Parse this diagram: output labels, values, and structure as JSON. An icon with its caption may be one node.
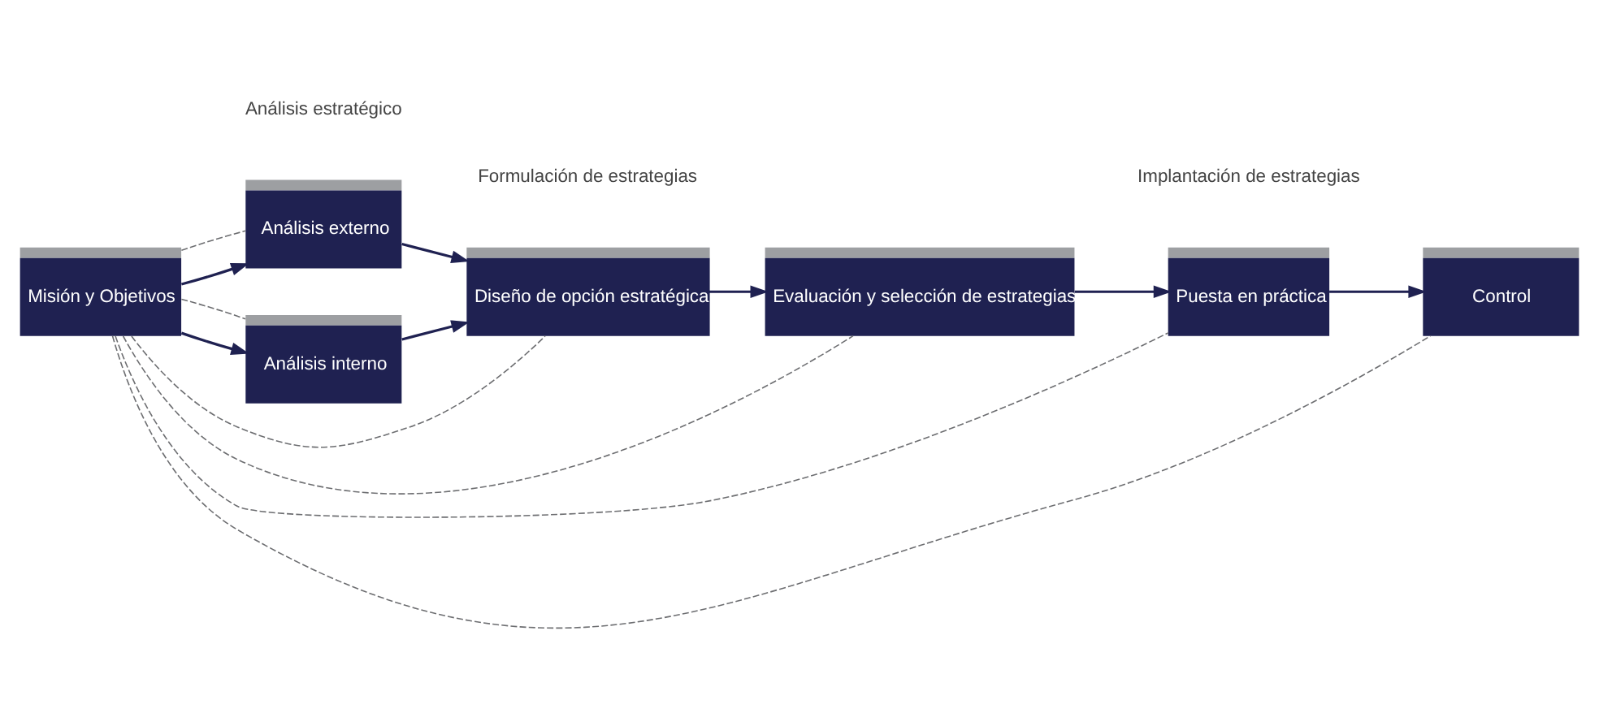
{
  "diagram": {
    "nodes": [
      {
        "text": [
          "Misión y Objetivos"
        ]
      },
      {
        "text": [
          "Análisis externo"
        ]
      },
      {
        "text": [
          "Análisis interno"
        ]
      },
      {
        "text": [
          "Diseño de opción estratégica"
        ]
      },
      {
        "text": [
          "Evaluación y selección de estrategias"
        ]
      },
      {
        "text": [
          "Puesta en práctica"
        ]
      },
      {
        "text": [
          "Control"
        ]
      }
    ],
    "edges": [
      {
        "from": 0,
        "to": 1,
        "arrow": "to"
      },
      {
        "from": 0,
        "to": 2,
        "arrow": "to"
      },
      {
        "from": 1,
        "to": 3,
        "arrow": "to"
      },
      {
        "from": 2,
        "to": 3,
        "arrow": "to"
      },
      {
        "from": 3,
        "to": 4,
        "arrow": "to"
      },
      {
        "from": 4,
        "to": 5,
        "arrow": "to"
      },
      {
        "from": 5,
        "to": 6,
        "arrow": "to"
      },
      {
        "from": 0,
        "to": 1,
        "arrow": "none",
        "style": "dashed",
        "color": "#6d6e71"
      },
      {
        "from": 0,
        "to": 2,
        "arrow": "none",
        "style": "dashed",
        "color": "#6d6e71"
      },
      {
        "from": 0,
        "to": 3,
        "arrow": "none",
        "style": "dashed",
        "color": "#6d6e71"
      },
      {
        "from": 0,
        "to": 4,
        "arrow": "none",
        "style": "dashed",
        "color": "#6d6e71"
      },
      {
        "from": 0,
        "to": 5,
        "arrow": "none",
        "style": "dashed",
        "color": "#6d6e71"
      },
      {
        "from": 0,
        "to": 6,
        "arrow": "none",
        "style": "dashed",
        "color": "#6d6e71"
      }
    ],
    "labels": [
      "Análisis estratégico",
      "Formulación de estrategias",
      "Implantación de estrategias"
    ]
  }
}
